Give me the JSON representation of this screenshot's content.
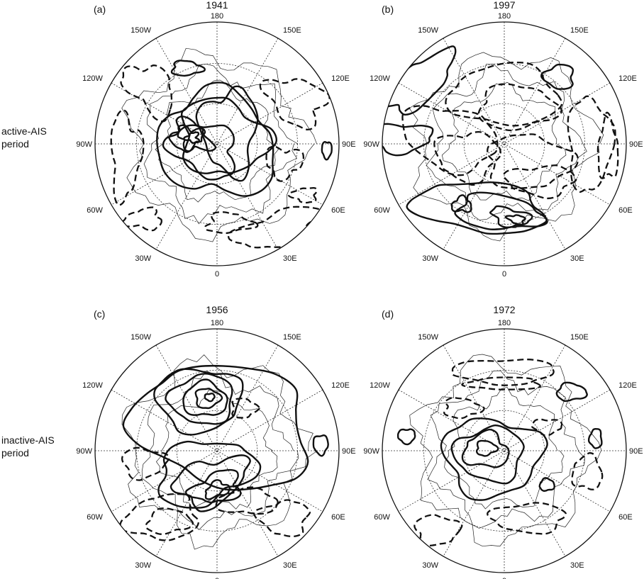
{
  "row_labels": [
    {
      "line1": "active-AIS",
      "line2": "period"
    },
    {
      "line1": "inactive-AIS",
      "line2": "period"
    }
  ],
  "panels": [
    {
      "letter": "(a)",
      "year": "1941"
    },
    {
      "letter": "(b)",
      "year": "1997"
    },
    {
      "letter": "(c)",
      "year": "1956"
    },
    {
      "letter": "(d)",
      "year": "1972"
    }
  ],
  "longitude_labels": {
    "top": "180",
    "upper_left": "150W",
    "upper_right": "150E",
    "mid_upper_left": "120W",
    "mid_upper_right": "120E",
    "left": "90W",
    "right": "90E",
    "mid_lower_left": "60W",
    "mid_lower_right": "60E",
    "lower_left": "30W",
    "lower_right": "30E",
    "bottom": "0"
  }
}
